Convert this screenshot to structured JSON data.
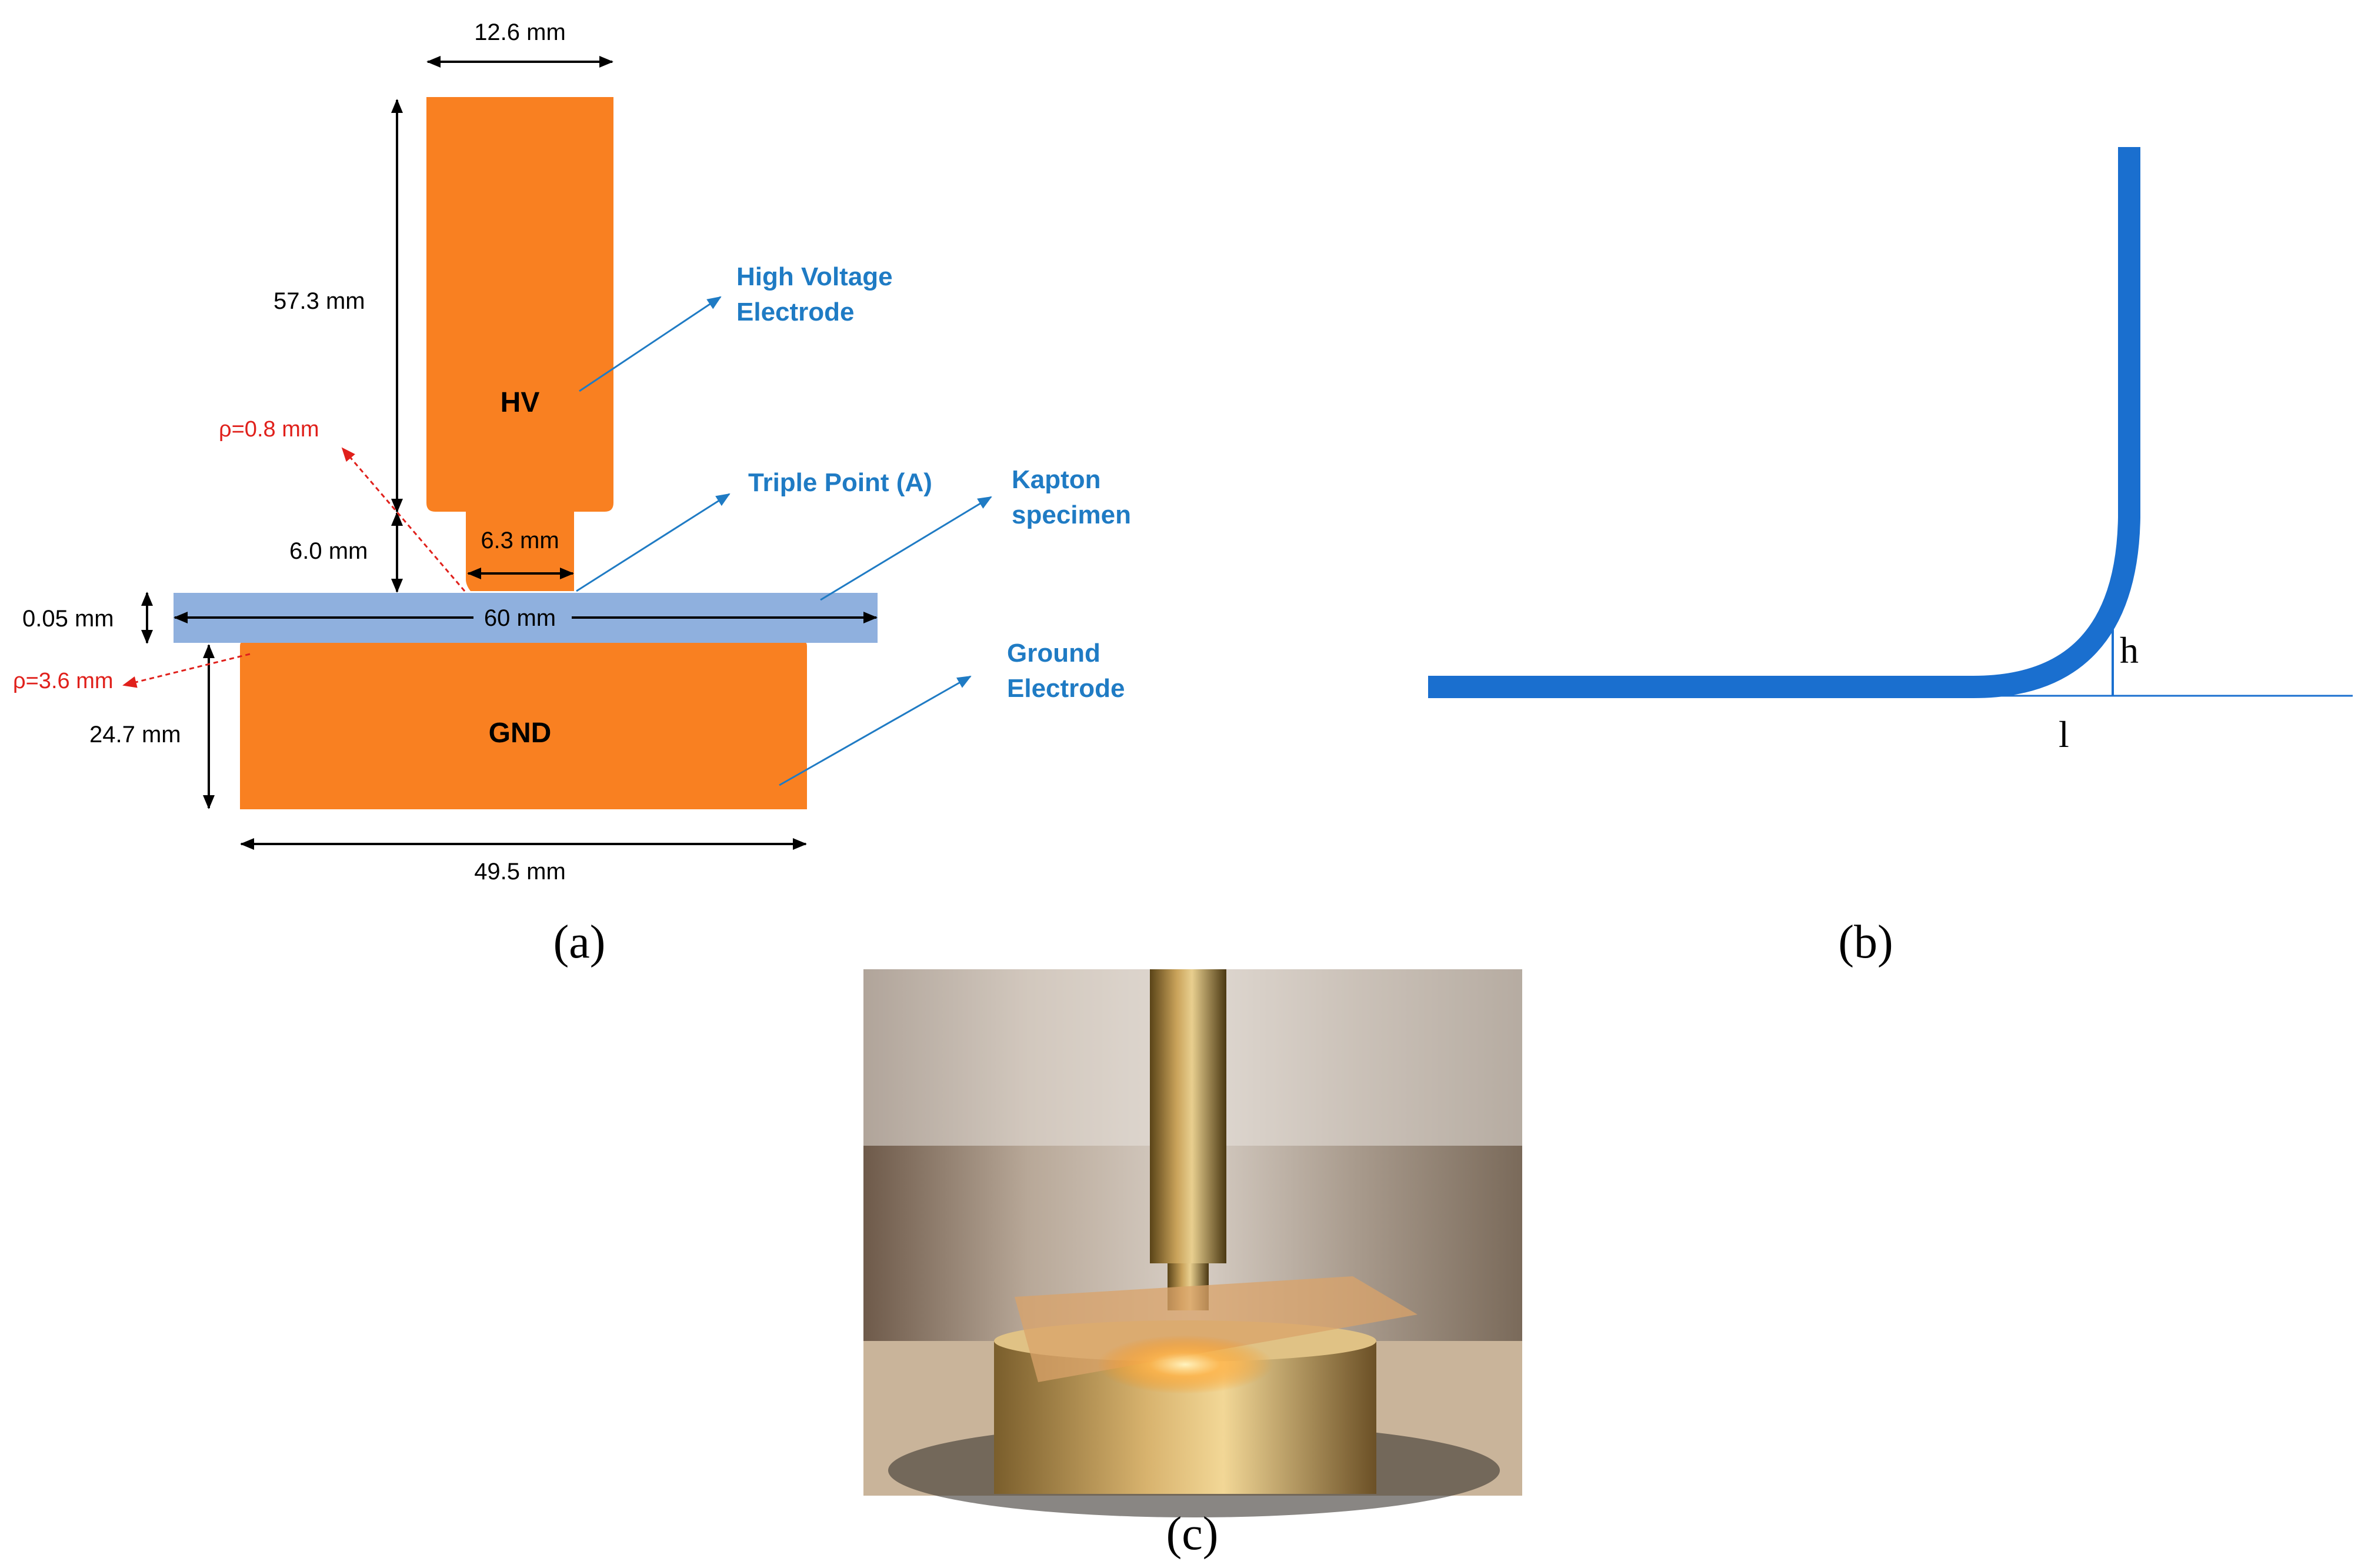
{
  "colors": {
    "electrode": "#f98021",
    "specimen": "#8fb0de",
    "callout": "#1f7bc4",
    "rho": "#e0201b",
    "bent_strip": "#1a6fcf"
  },
  "panel_a": {
    "electrode_hv_label": "HV",
    "electrode_gnd_label": "GND",
    "dim_hv_width": "12.6 mm",
    "dim_hv_height": "57.3 mm",
    "dim_tip_height": "6.0 mm",
    "dim_tip_width": "6.3 mm",
    "dim_specimen_thickness": "0.05 mm",
    "dim_specimen_length": "60 mm",
    "dim_gnd_height": "24.7 mm",
    "dim_gnd_width": "49.5 mm",
    "rho_hv": "ρ=0.8 mm",
    "rho_gnd": "ρ=3.6 mm",
    "callout_hv_line1": "High Voltage",
    "callout_hv_line2": "Electrode",
    "callout_triple": "Triple Point (A)",
    "callout_kapton_line1": "Kapton",
    "callout_kapton_line2": "specimen",
    "callout_ground_line1": "Ground",
    "callout_ground_line2": "Electrode",
    "caption": "(a)"
  },
  "panel_b": {
    "label_h": "h",
    "label_l": "l",
    "caption": "(b)"
  },
  "panel_c": {
    "caption": "(c)"
  }
}
